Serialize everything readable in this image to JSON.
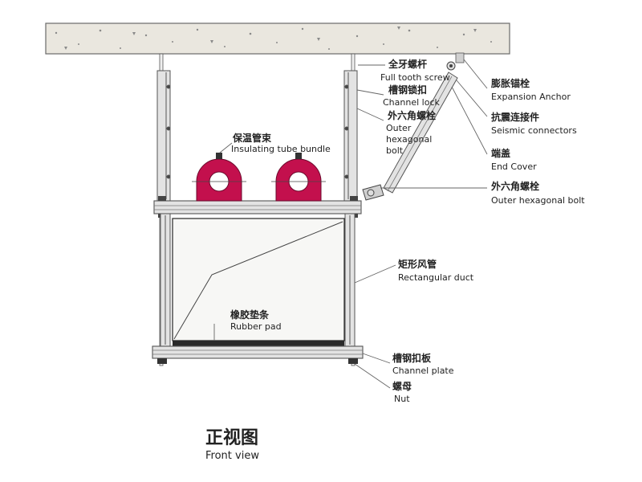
{
  "colors": {
    "concrete_fill": "#eae7df",
    "concrete_stroke": "#6a6a6a",
    "steel": "#e3e3e3",
    "steel_stroke": "#555555",
    "duct_fill": "#f7f7f5",
    "insulation": "#c3104d",
    "pipe_fill": "#ffffff",
    "rubber": "#2a2a2a",
    "leader": "#666666",
    "text": "#222222"
  },
  "labels": {
    "full_tooth_screw": {
      "zh": "全牙螺杆",
      "en": "Full tooth screw"
    },
    "channel_lock": {
      "zh": "槽钢锁扣",
      "en": "Channel lock"
    },
    "outer_hex_bolt_a": {
      "zh": "外六角螺栓",
      "en": [
        "Outer",
        "hexagonal",
        "bolt"
      ]
    },
    "insulating_bundle": {
      "zh": "保温管束",
      "en": "Insulating tube bundle"
    },
    "expansion_anchor": {
      "zh": "膨胀锚栓",
      "en": "Expansion Anchor"
    },
    "seismic_connector": {
      "zh": "抗震连接件",
      "en": "Seismic connectors"
    },
    "end_cover": {
      "zh": "端盖",
      "en": "End Cover"
    },
    "outer_hex_bolt_b": {
      "zh": "外六角螺栓",
      "en": "Outer hexagonal bolt"
    },
    "rectangular_duct": {
      "zh": "矩形风管",
      "en": "Rectangular duct"
    },
    "rubber_pad": {
      "zh": "橡胶垫条",
      "en": "Rubber pad"
    },
    "channel_plate": {
      "zh": "槽钢扣板",
      "en": "Channel plate"
    },
    "nut": {
      "zh": "螺母",
      "en": "Nut"
    }
  },
  "title": {
    "zh": "正视图",
    "en": "Front view"
  }
}
